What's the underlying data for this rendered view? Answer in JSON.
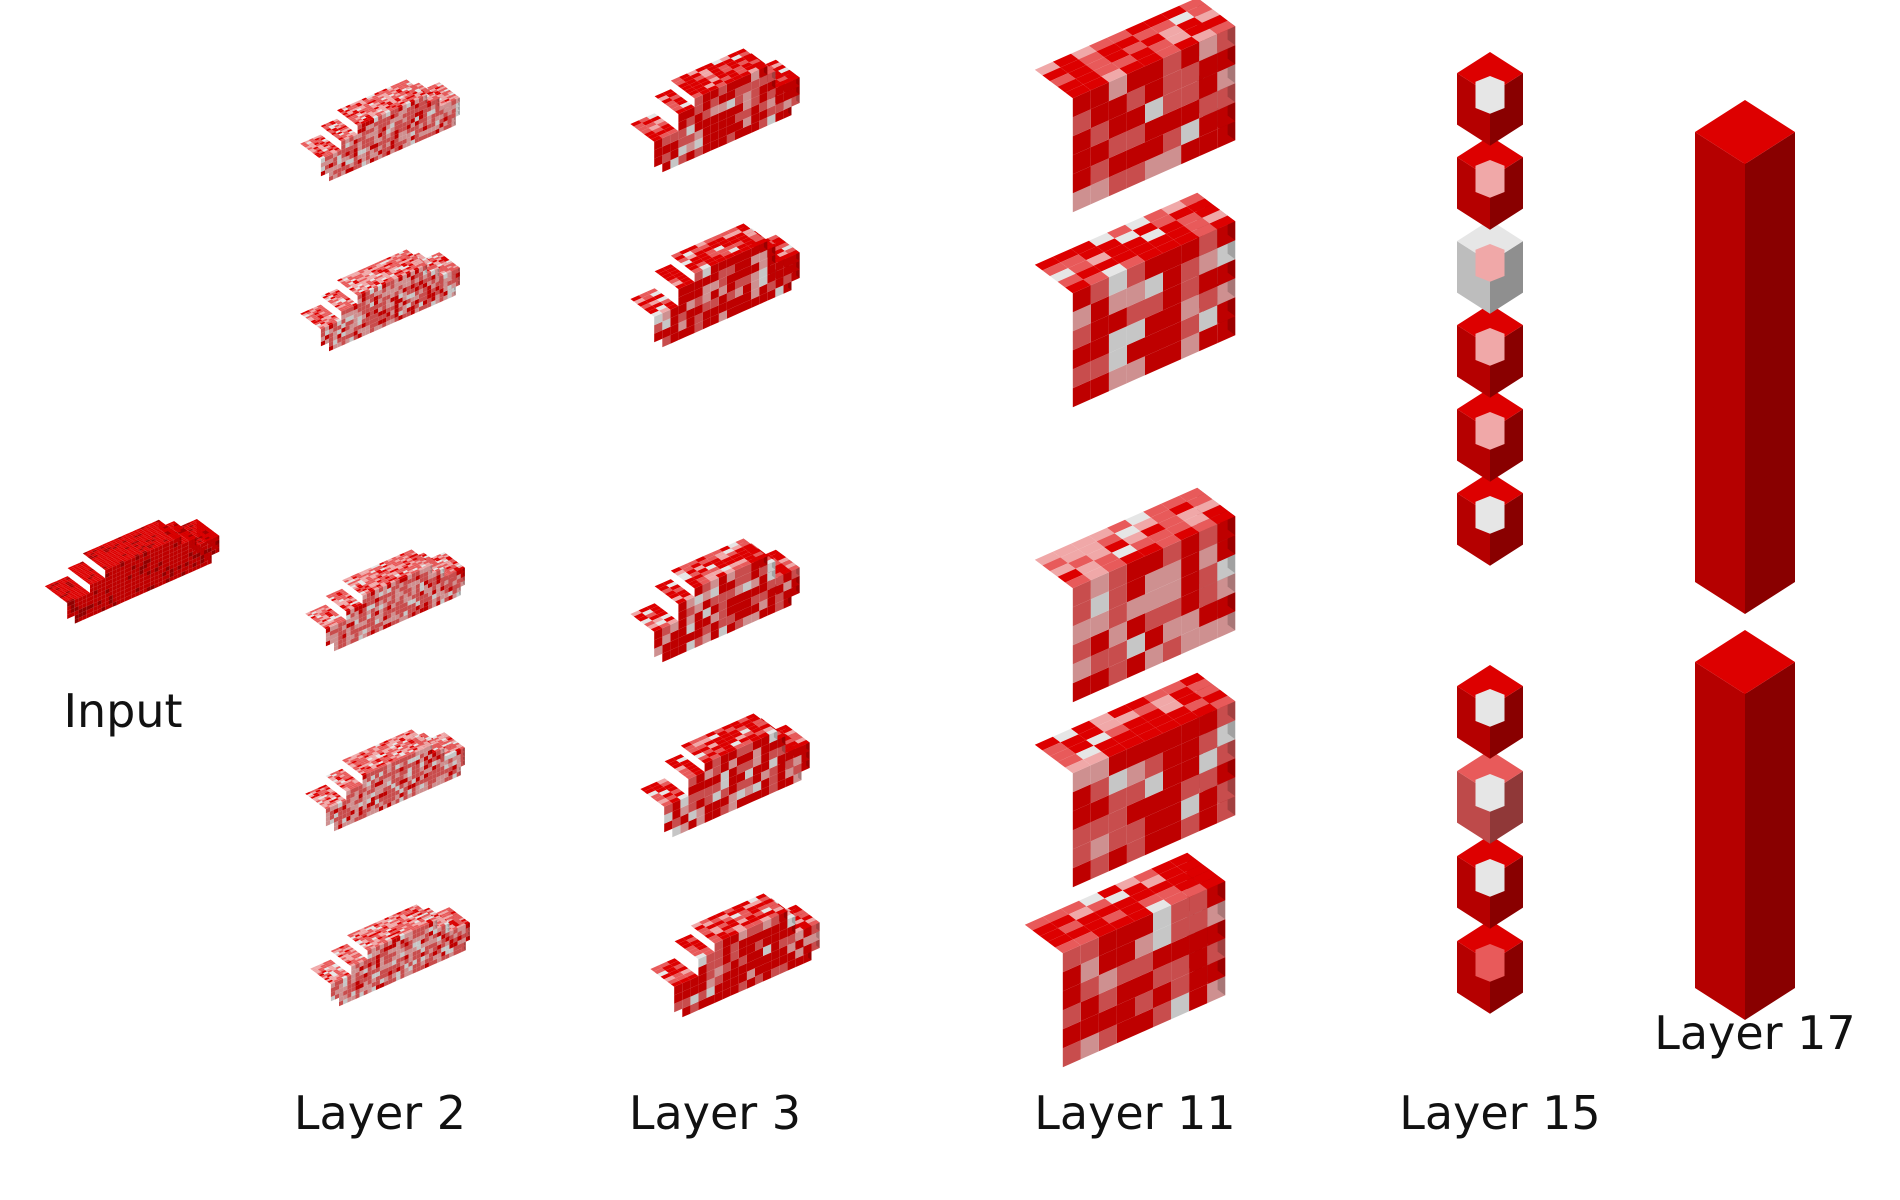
{
  "labels": {
    "input": "Input",
    "layer2": "Layer 2",
    "layer3": "Layer 3",
    "layer11": "Layer 11",
    "layer15": "Layer 15",
    "layer17": "Layer 17"
  },
  "colors": {
    "solid_red": "#dd0000",
    "light_red": "#e85a5a",
    "pink": "#f0a8a8",
    "pale": "#e6e6e6",
    "dark_red": "#a80000"
  }
}
